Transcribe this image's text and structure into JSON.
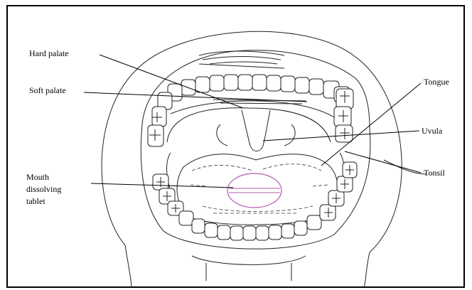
{
  "labels": {
    "hard_palate": "Hard palate",
    "soft_palate": "Soft palate",
    "mouth_tablet_line1": "Mouth",
    "mouth_tablet_line2": "dissolving",
    "mouth_tablet_line3": "tablet",
    "tongue": "Tongue",
    "uvula": "Uvula",
    "tonsil": "Tonsil"
  },
  "colors": {
    "line": "#000000",
    "tablet": "#b05ab0",
    "background": "#ffffff"
  }
}
